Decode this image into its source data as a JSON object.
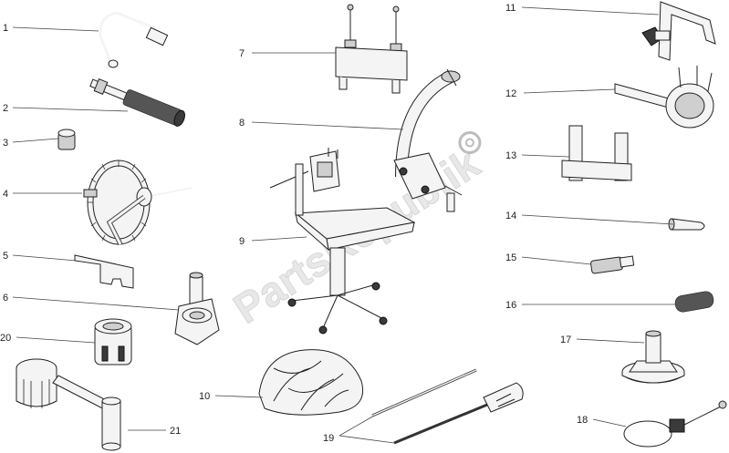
{
  "watermark": {
    "text": "PartsRepublik"
  },
  "callouts": [
    {
      "id": "1",
      "label": "1"
    },
    {
      "id": "2",
      "label": "2"
    },
    {
      "id": "3",
      "label": "3"
    },
    {
      "id": "4",
      "label": "4"
    },
    {
      "id": "5",
      "label": "5"
    },
    {
      "id": "6",
      "label": "6"
    },
    {
      "id": "7",
      "label": "7"
    },
    {
      "id": "8",
      "label": "8"
    },
    {
      "id": "9",
      "label": "9"
    },
    {
      "id": "10",
      "label": "10"
    },
    {
      "id": "11",
      "label": "11"
    },
    {
      "id": "12",
      "label": "12"
    },
    {
      "id": "13",
      "label": "13"
    },
    {
      "id": "14",
      "label": "14"
    },
    {
      "id": "15",
      "label": "15"
    },
    {
      "id": "16",
      "label": "16"
    },
    {
      "id": "17",
      "label": "17"
    },
    {
      "id": "18",
      "label": "18"
    },
    {
      "id": "19",
      "label": "19"
    },
    {
      "id": "20",
      "label": "20"
    },
    {
      "id": "21",
      "label": "21"
    }
  ]
}
